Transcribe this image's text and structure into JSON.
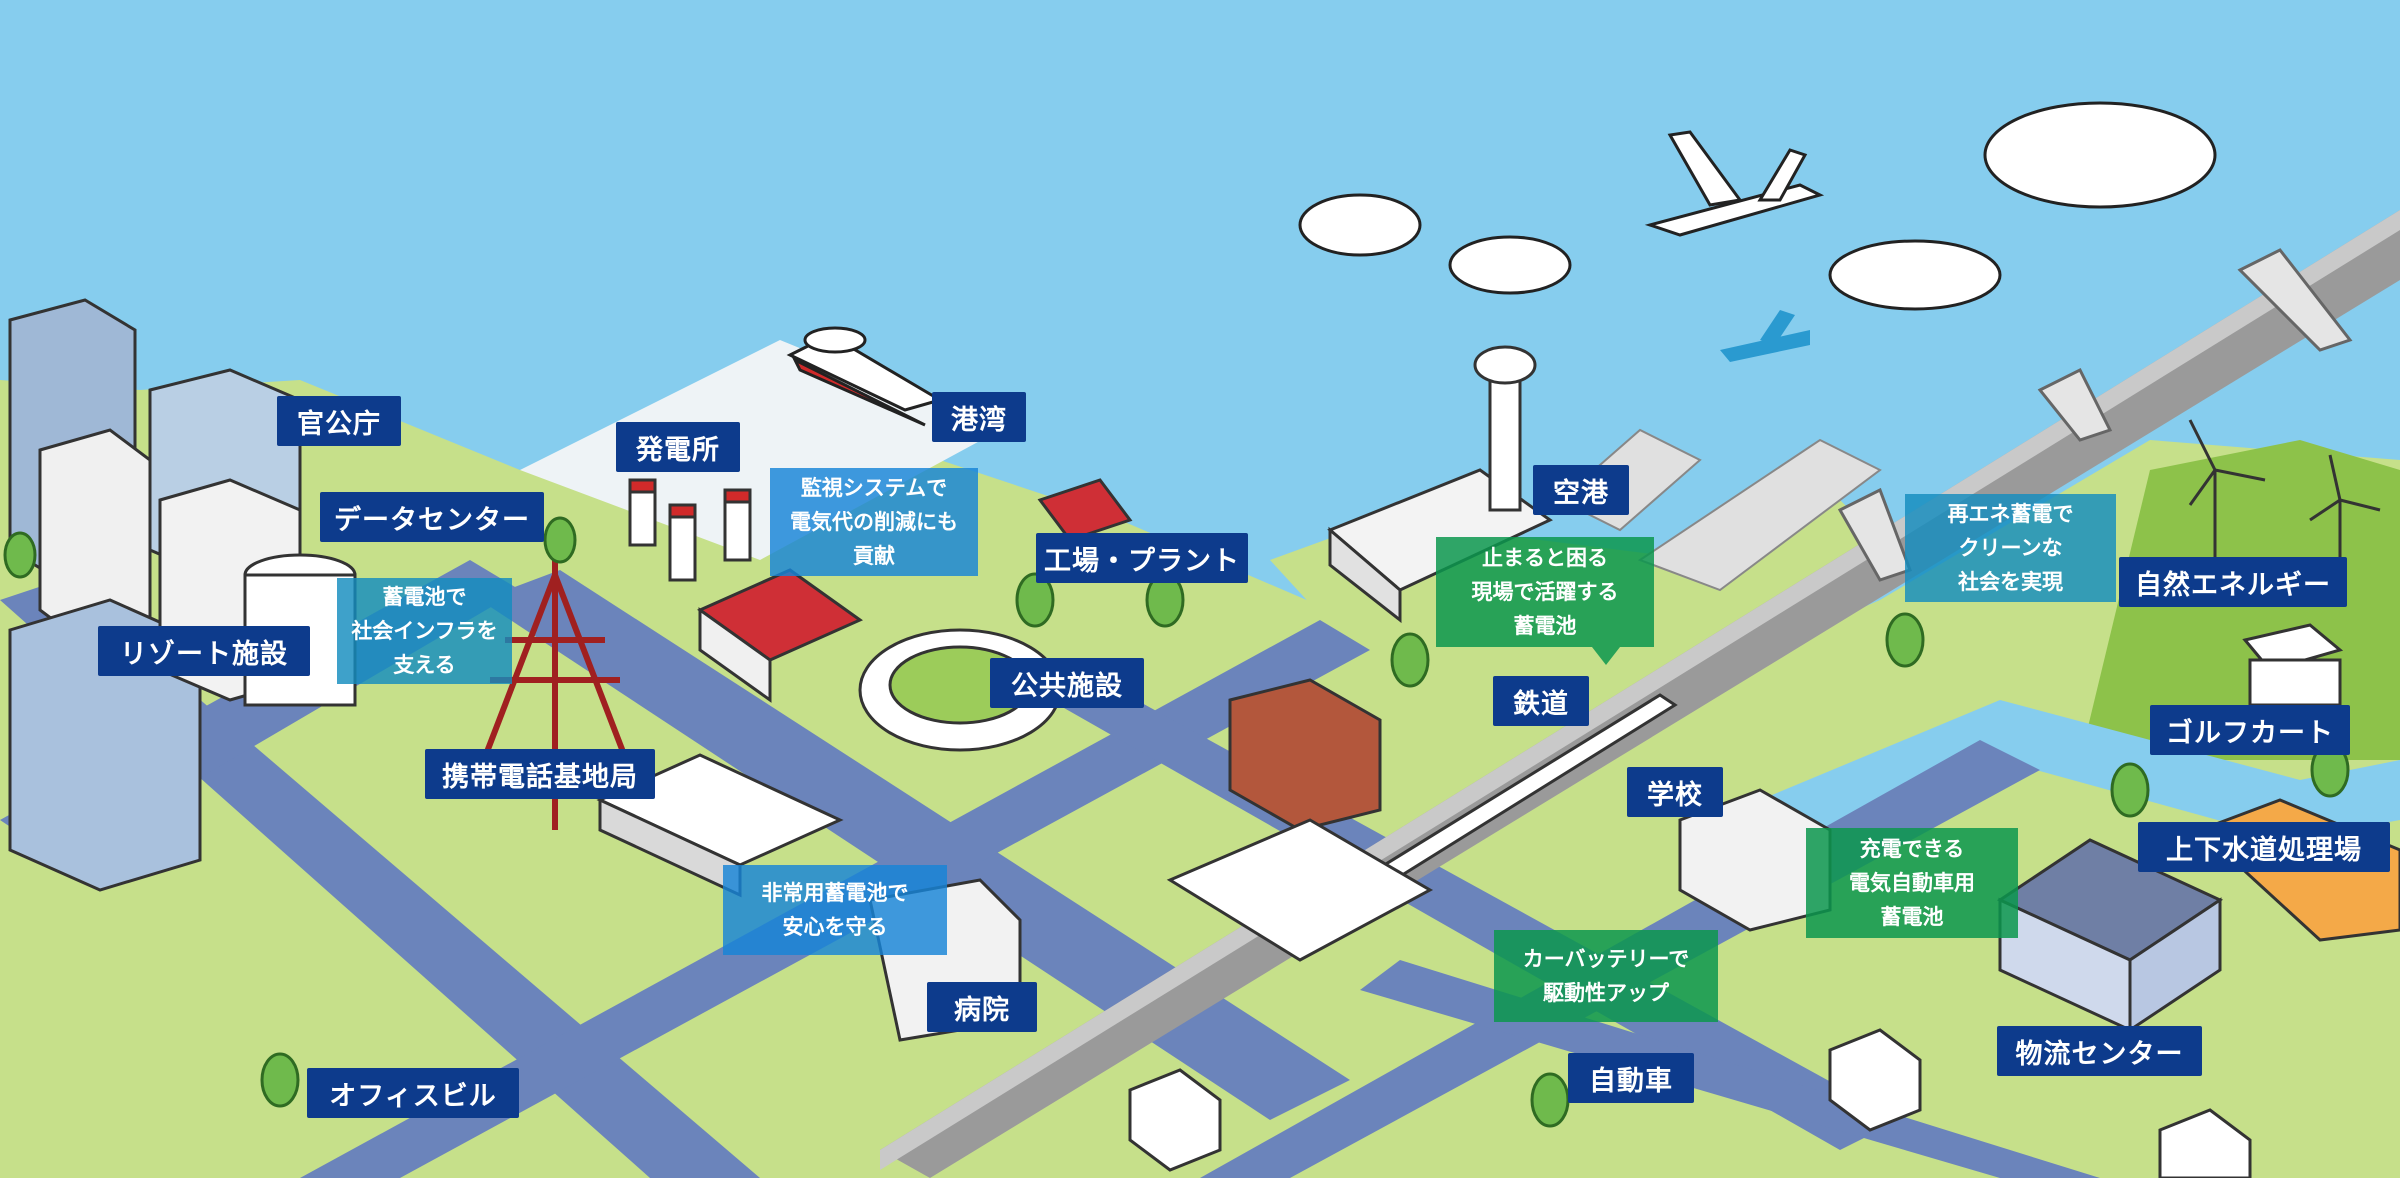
{
  "labels": {
    "government": "官公庁",
    "data_center": "データセンター",
    "resort": "リゾート施設",
    "power_plant": "発電所",
    "port": "港湾",
    "factory": "工場・プラント",
    "public": "公共施設",
    "airport": "空港",
    "railway": "鉄道",
    "base_station": "携帯電話基地局",
    "school": "学校",
    "natural_energy": "自然エネルギー",
    "golf_cart": "ゴルフカート",
    "water": "上下水道処理場",
    "hospital": "病院",
    "office": "オフィスビル",
    "car": "自動車",
    "logistics": "物流センター"
  },
  "notes": {
    "infra": [
      "蓄電池で",
      "社会インフラを",
      "支える"
    ],
    "monitoring": [
      "監視システムで",
      "電気代の削減にも",
      "貢献"
    ],
    "airport": [
      "止まると困る",
      "現場で活躍する",
      "蓄電池"
    ],
    "renewable": [
      "再エネ蓄電で",
      "クリーンな",
      "社会を実現"
    ],
    "emergency": [
      "非常用蓄電池で",
      "安心を守る"
    ],
    "car_battery": [
      "カーバッテリーで",
      "駆動性アップ"
    ],
    "ev": [
      "充電できる",
      "電気自動車用",
      "蓄電池"
    ]
  },
  "colors": {
    "sky": "#86cdee",
    "sea": "#86cdee",
    "ground": "#c6e08a",
    "road": "#6b84bb",
    "label_bg": "#0d3b8c",
    "note_blue": "#1684d7",
    "note_green": "#0c964e"
  }
}
